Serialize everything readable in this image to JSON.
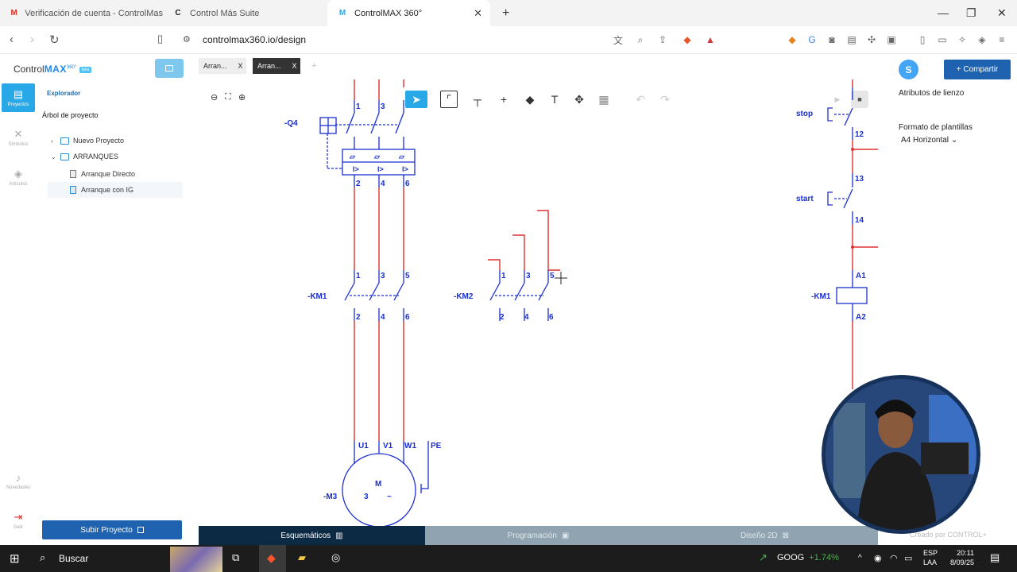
{
  "browser": {
    "tabs": [
      {
        "title": "Verificación de cuenta - ControlMas",
        "icon": "M"
      },
      {
        "title": "Control Más Suite",
        "icon": "C"
      },
      {
        "title": "ControlMAX 360°",
        "icon": "M"
      }
    ],
    "new_tab": "+",
    "url": "controlmax360.io/design"
  },
  "app": {
    "logo": {
      "prefix": "Control",
      "brand": "MAX",
      "sup": "360°",
      "badge": "beta"
    },
    "rail": [
      {
        "label": "Proyectos",
        "icon": "folder-icon"
      },
      {
        "label": "Símbolos",
        "icon": "tools-icon"
      },
      {
        "label": "Artículos",
        "icon": "cube-icon"
      },
      {
        "label": "Novedades",
        "icon": "bell-icon"
      },
      {
        "label": "Salir",
        "icon": "logout-icon"
      }
    ],
    "explorer_title": "Explorador",
    "tree_title": "Árbol de proyecto",
    "tree": {
      "nuevo": "Nuevo Proyecto",
      "arranques": "ARRANQUES",
      "directo": "Arranque Directo",
      "ig": "Arranque con IG"
    },
    "upload_label": "Subir Proyecto",
    "doc_tabs": [
      {
        "label": "Arran...",
        "close": "X"
      },
      {
        "label": "Arran...",
        "close": "X"
      }
    ],
    "doc_tab_add": "+",
    "share_label": "+  Compartir",
    "avatar_letter": "S",
    "canvas_attributes": "Atributos de lienzo",
    "template_label": "Formato de plantillas",
    "template_value": "A4 Horizontal",
    "bottom_tabs": [
      "Esquemáticos",
      "Programación",
      "Diseño 2D"
    ],
    "created_by": "Creado por CONTROL+"
  },
  "schematic": {
    "q4": "-Q4",
    "km1": "-KM1",
    "km2": "-KM2",
    "m3": "-M3",
    "motor_m": "M",
    "motor_3": "3",
    "motor_tilde": "~",
    "terms_top": [
      "1",
      "3"
    ],
    "q4_bottom": [
      "2",
      "4",
      "6"
    ],
    "km1_top": [
      "1",
      "3",
      "5"
    ],
    "km1_bottom": [
      "2",
      "4",
      "6"
    ],
    "km2_top": [
      "1",
      "3",
      "5"
    ],
    "km2_bottom": [
      "2",
      "4",
      "6"
    ],
    "motor_terms": [
      "U1",
      "V1",
      "W1",
      "PE"
    ],
    "stop": "stop",
    "start": "start",
    "ctrl_nums": [
      "12",
      "13",
      "14"
    ],
    "coil": "-KM1",
    "a1": "A1",
    "a2": "A2"
  },
  "taskbar": {
    "search": "Buscar",
    "ticker_symbol": "GOOG",
    "ticker_change": "+1.74%",
    "lang1": "ESP",
    "lang2": "LAA",
    "time": "20:11",
    "date": "8/09/25"
  },
  "colors": {
    "accent": "#1e62b0",
    "wire_red": "#e03030",
    "wire_blue": "#1a2fd0"
  }
}
